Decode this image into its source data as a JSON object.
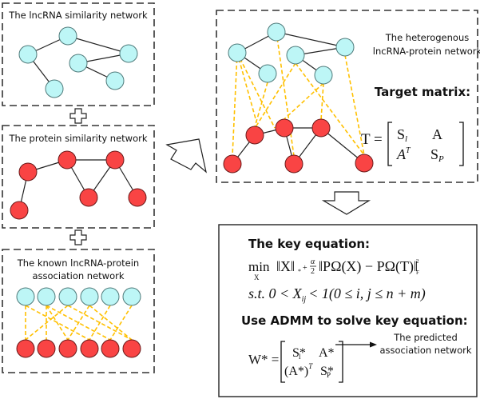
{
  "panels": {
    "lncrna_similarity": {
      "title": "The lncRNA similarity network"
    },
    "protein_similarity": {
      "title": "The protein similarity network"
    },
    "known_association": {
      "title_line1": "The known lncRNA-protein",
      "title_line2": "association network"
    },
    "heterogeneous": {
      "title_line1": "The heterogenous",
      "title_line2": "lncRNA-protein network",
      "target_label": "Target matrix:",
      "matrix_lhs": "T =",
      "matrix": [
        [
          "S",
          "A"
        ],
        [
          "A",
          "S"
        ]
      ],
      "matrix_subscripts": [
        [
          "l",
          ""
        ],
        [
          "",
          "P"
        ]
      ],
      "matrix_superscripts": [
        [
          "",
          ""
        ],
        [
          "T",
          ""
        ]
      ]
    },
    "key_equation": {
      "heading": "The key equation:",
      "objective_min": "min",
      "objective_min_sub": "X",
      "objective_norm_term": "‖X‖",
      "objective_norm_sub": "*",
      "objective_plus": "+",
      "objective_alpha": "α",
      "objective_two": "2",
      "objective_proj": "‖PΩ(X) − PΩ(T)‖",
      "objective_proj_sub": "F",
      "objective_proj_sup": "2",
      "constraint": "s.t. 0 < X",
      "constraint_sub": "ij",
      "constraint_rest": "< 1(0 ≤ i, j ≤ n + m)",
      "admm_heading": "Use ADMM to solve key equation:",
      "result_lhs": "W* =",
      "result_matrix": [
        [
          "S*",
          "A*"
        ],
        [
          "(A*)",
          "S*"
        ]
      ],
      "result_subscripts": [
        [
          "l",
          ""
        ],
        [
          "",
          "P"
        ]
      ],
      "result_superscripts": [
        [
          "",
          ""
        ],
        [
          "T",
          ""
        ]
      ],
      "annotation_line1": "The predicted",
      "annotation_line2": "association network"
    }
  },
  "symbols": {
    "plus": "plus-sign",
    "arrow_up_left": "hollow-arrow",
    "arrow_down": "hollow-arrow"
  },
  "colors": {
    "lncrna_node": "#BDF6F6",
    "protein_node": "#F94444",
    "association_edge": "#FFC000",
    "similarity_edge": "#222222"
  }
}
